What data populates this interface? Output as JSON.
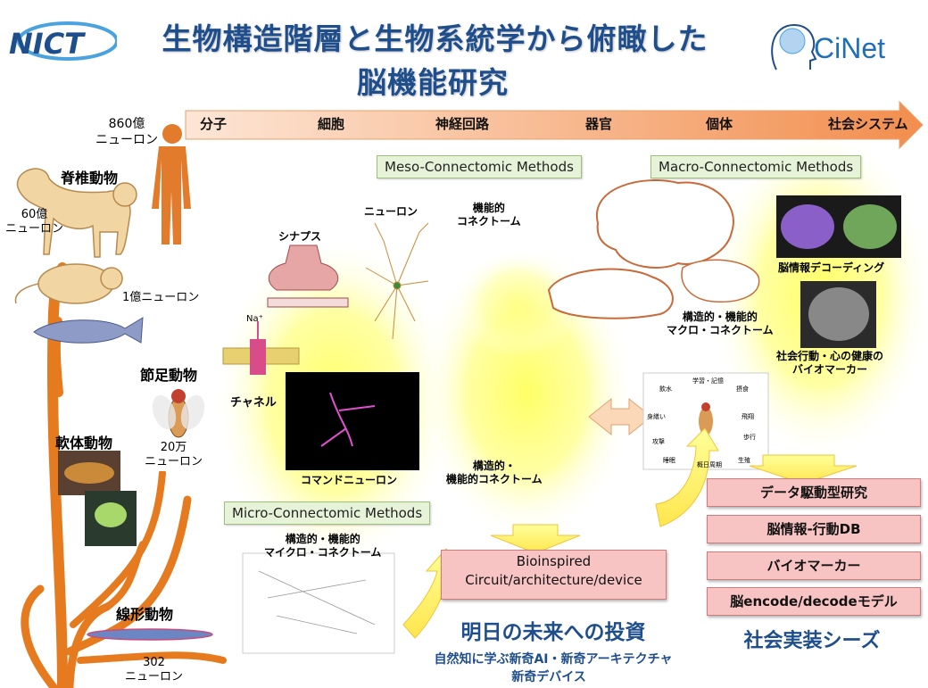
{
  "header": {
    "logo_left": "NICT",
    "title_line1": "生物構造階層と生物系統学から俯瞰した",
    "title_line2": "脳機能研究",
    "logo_right": "CiNet"
  },
  "scale": {
    "items": [
      "分子",
      "細胞",
      "神経回路",
      "器官",
      "個体",
      "社会システム"
    ]
  },
  "organisms": {
    "human_count": "860億\nニューロン",
    "vertebrate": "脊椎動物",
    "monkey_count": "60億\nニューロン",
    "mouse_count": "1億ニューロン",
    "arthropod": "節足動物",
    "fly_count": "20万\nニューロン",
    "mollusk": "軟体動物",
    "nematode": "線形動物",
    "worm_count": "302\nニューロン"
  },
  "methods": {
    "meso": "Meso-Connectomic Methods",
    "macro": "Macro-Connectomic Methods",
    "micro": "Micro-Connectomic Methods"
  },
  "labels": {
    "synapse": "シナプス",
    "neuron": "ニューロン",
    "functional_connectome": "機能的\nコネクトーム",
    "channel": "チャネル",
    "na": "Na⁺",
    "command_neuron": "コマンドニューロン",
    "struct_func_micro": "構造的・機能的\nマイクロ・コネクトーム",
    "struct_func_conn": "構造的・\n機能的コネクトーム",
    "struct_func_macro": "構造的・機能的\nマクロ・コネクトーム",
    "brain_decoding": "脳情報デコーディング",
    "biomarker_social": "社会行動・心の健康の\nバイオマーカー"
  },
  "fly_behaviors": [
    "学習・記憶",
    "飲水",
    "摂食",
    "身繕い",
    "飛翔",
    "攻撃",
    "歩行",
    "睡眠",
    "概日周期",
    "生殖"
  ],
  "bioinspired": "Bioinspired\nCircuit/architecture/device",
  "outputs": [
    "データ駆動型研究",
    "脳情報-行動DB",
    "バイオマーカー",
    "脳encode/decodeモデル"
  ],
  "future": {
    "heading": "明日の未来への投資",
    "line1": "自然知に学ぶ新奇AI・新奇アーキテクチャ",
    "line2": "新奇デバイス"
  },
  "social": "社会実装シーズ",
  "colors": {
    "title": "#1f4e8c",
    "arrow_orange": "#f4b183",
    "tree_orange": "#e57a1f",
    "green_box": "#e6f3d8",
    "pink_box": "#f7c3c3",
    "glow_yellow": "#ffff80"
  }
}
